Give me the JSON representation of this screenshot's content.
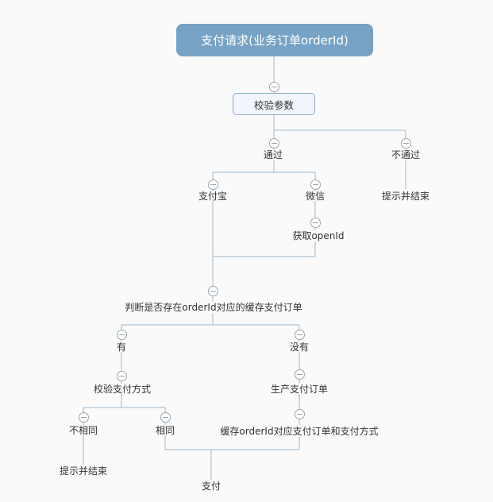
{
  "diagram": {
    "title_node": "支付请求(业务订单orderId)",
    "nodes": {
      "root": {
        "label": "支付请求(业务订单orderId)"
      },
      "validate": {
        "label": "校验参数"
      },
      "pass": {
        "label": "通过"
      },
      "fail": {
        "label": "不通过"
      },
      "fail_end": {
        "label": "提示并结束"
      },
      "alipay": {
        "label": "支付宝"
      },
      "wechat": {
        "label": "微信"
      },
      "get_openid": {
        "label": "获取openId"
      },
      "check_cache": {
        "label": "判断是否存在orderId对应的缓存支付订单"
      },
      "has": {
        "label": "有"
      },
      "has_not": {
        "label": "没有"
      },
      "verify_method": {
        "label": "校验支付方式"
      },
      "not_same": {
        "label": "不相同"
      },
      "same": {
        "label": "相同"
      },
      "not_same_end": {
        "label": "提示并结束"
      },
      "create_order": {
        "label": "生产支付订单"
      },
      "cache_order": {
        "label": "缓存orderId对应支付订单和支付方式"
      },
      "pay": {
        "label": "支付"
      }
    },
    "edges": [
      [
        "root",
        "validate"
      ],
      [
        "validate",
        "pass"
      ],
      [
        "validate",
        "fail"
      ],
      [
        "fail",
        "fail_end"
      ],
      [
        "pass",
        "alipay"
      ],
      [
        "pass",
        "wechat"
      ],
      [
        "wechat",
        "get_openid"
      ],
      [
        "alipay",
        "check_cache"
      ],
      [
        "get_openid",
        "check_cache"
      ],
      [
        "check_cache",
        "has"
      ],
      [
        "check_cache",
        "has_not"
      ],
      [
        "has",
        "verify_method"
      ],
      [
        "verify_method",
        "not_same"
      ],
      [
        "verify_method",
        "same"
      ],
      [
        "not_same",
        "not_same_end"
      ],
      [
        "has_not",
        "create_order"
      ],
      [
        "create_order",
        "cache_order"
      ],
      [
        "same",
        "pay"
      ],
      [
        "cache_order",
        "pay"
      ]
    ],
    "icons": {
      "collapse": "minus-circle"
    },
    "colors": {
      "root_fill": "#76a3c5",
      "root_text": "#ffffff",
      "box_fill": "#f2f5fb",
      "box_border": "#88aecb",
      "connector": "#9db8cc",
      "label_text": "#333333",
      "collapse_border": "#99a5ae",
      "background": "#fafafa"
    }
  }
}
